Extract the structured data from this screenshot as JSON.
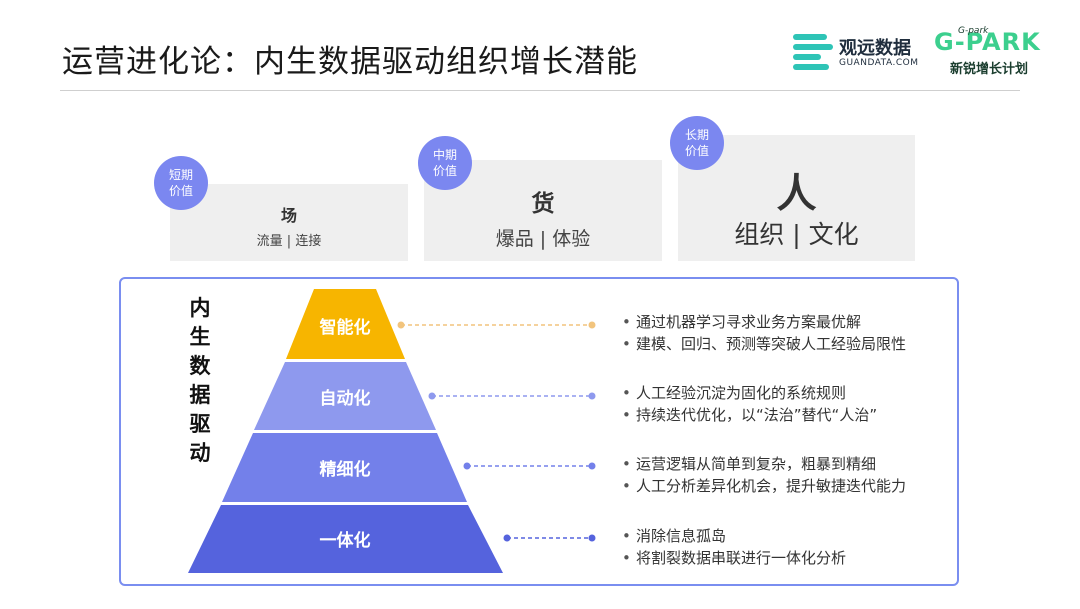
{
  "slide": {
    "title": "运营进化论：内生数据驱动组织增长潜能"
  },
  "logos": {
    "guandata": {
      "cn": "观远数据",
      "en": "GUANDATA.COM"
    },
    "gpark": {
      "wordmark": "G-PARK",
      "script": "G-park",
      "subtitle": "新锐增长计划"
    }
  },
  "value_cards": [
    {
      "badge": "短期价值",
      "title": "场",
      "subtitle": "流量 | 连接"
    },
    {
      "badge": "中期价值",
      "title": "货",
      "subtitle": "爆品 | 体验"
    },
    {
      "badge": "长期价值",
      "title": "人",
      "subtitle": "组织 | 文化"
    }
  ],
  "pyramid": {
    "side_title": [
      "内",
      "生",
      "数",
      "据",
      "驱",
      "动"
    ],
    "tiers": [
      {
        "label": "智能化",
        "color": "#f7b500",
        "bullets": [
          "通过机器学习寻求业务方案最优解",
          "建模、回归、预测等突破人工经验局限性"
        ]
      },
      {
        "label": "自动化",
        "color": "#8e99ee",
        "bullets": [
          "人工经验沉淀为固化的系统规则",
          "持续迭代优化，以“法治”替代“人治”"
        ]
      },
      {
        "label": "精细化",
        "color": "#7380ea",
        "bullets": [
          "运营逻辑从简单到复杂，粗暴到精细",
          "人工分析差异化机会，提升敏捷迭代能力"
        ]
      },
      {
        "label": "一体化",
        "color": "#5563dd",
        "bullets": [
          "消除信息孤岛",
          "将割裂数据串联进行一体化分析"
        ]
      }
    ]
  }
}
